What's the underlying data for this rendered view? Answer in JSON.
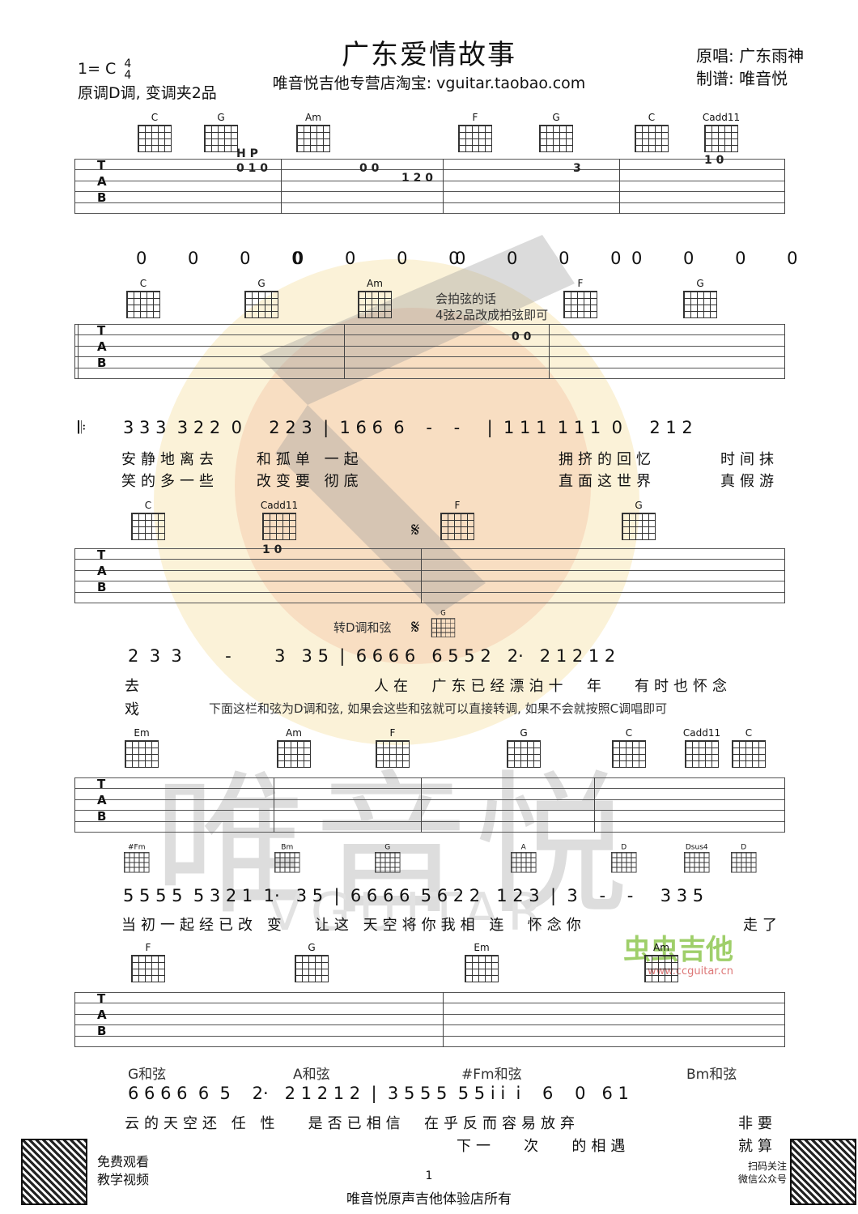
{
  "header": {
    "title": "广东爱情故事",
    "subtitle": "唯音悦吉他专营店淘宝: vguitar.taobao.com",
    "original_singer": "原唱: 广东雨神",
    "arranger": "制谱: 唯音悦",
    "key": "1= C",
    "time_sig_top": "4",
    "time_sig_bottom": "4",
    "capo_note": "原调D调, 变调夹2品"
  },
  "chords": {
    "row1": [
      "C",
      "G",
      "Am",
      "F",
      "G",
      "C",
      "Cadd11"
    ],
    "row2": [
      "C",
      "G",
      "Am",
      "F",
      "G"
    ],
    "row3": [
      "C",
      "Cadd11",
      "F",
      "G",
      "G"
    ],
    "row4": [
      "Em",
      "Am",
      "F",
      "G",
      "C",
      "Cadd11",
      "C"
    ],
    "row4_alt": [
      "#Fm",
      "Bm",
      "G",
      "A",
      "D",
      "Dsus4",
      "D"
    ],
    "row5": [
      "F",
      "G",
      "Em",
      "Am"
    ]
  },
  "tab_marks": {
    "hp": "H P",
    "row1_a": "0 1 0",
    "row1_b": "0 0",
    "row1_c": "1 2 0",
    "row1_d": "3",
    "row1_e": "1 0",
    "row2_a": "0 0",
    "row3_a": "1 0"
  },
  "rhythm_row": [
    "0 0 0 0",
    "0 0 0 0",
    "0 0 0 0",
    "0 0 0 0"
  ],
  "hints": {
    "slap": "会拍弦的话",
    "slap2": "4弦2品改成拍弦即可",
    "to_d": "转D调和弦",
    "d_note": "下面这栏和弦为D调和弦, 如果会这些和弦就可以直接转调, 如果不会就按照C调唱即可"
  },
  "melody": {
    "line1": "3 3 3  3 2 2  0     2 2 3  |  1 6 6  6    -    -     |  1 1 1  1 1 1  0     2 1 2",
    "line2": "2  3  3        -        3   3 5  |  6 6 6 6   6 5 5 2   2·   2 1 2 1 2",
    "line3": "5 5 5 5  5 3 2 1  1·   3 5  |  6 6 6 6  5 6 2 2   1 2 3  |  3    -    -     3 3 5",
    "line4": "6 6 6 6  6  5    2·   2 1 2 1 2  |  3 5 5 5  5 5 i i  i    6    0   6 1"
  },
  "lyrics": {
    "l1a": "安静地离去    和孤单 一起",
    "l1b": "拥挤的回忆",
    "l1c": "时间抹",
    "l2a": "笑的多一些    改变要 彻底",
    "l2b": "直面这世界",
    "l2c": "真假游",
    "l3a": "去",
    "l3b": "人在  广东已经漂泊十  年   有时也怀念",
    "l4a": "戏",
    "l5a": "当初一起经已改 变   让这 天空将你我相 连  怀念你",
    "l5b": "走了",
    "l6a": "云的天空还 任 性   是否已相信  在乎反而容易放弃",
    "l6b": "非要",
    "l7a": "下一   次   的相遇",
    "l7b": "就算"
  },
  "chord_hints": {
    "g": "G和弦",
    "a": "A和弦",
    "fm": "#Fm和弦",
    "bm": "Bm和弦"
  },
  "watermark": {
    "brand": "唯音悦",
    "vguitar": "VGUITAR",
    "cc": "虫虫吉他",
    "cc_url": "www.ccguitar.cn"
  },
  "footer": {
    "qr_left_line1": "免费观看",
    "qr_left_line2": "教学视频",
    "qr_right_line1": "扫码关注",
    "qr_right_line2": "微信公众号",
    "page": "1",
    "owner": "唯音悦原声吉他体验店所有"
  }
}
